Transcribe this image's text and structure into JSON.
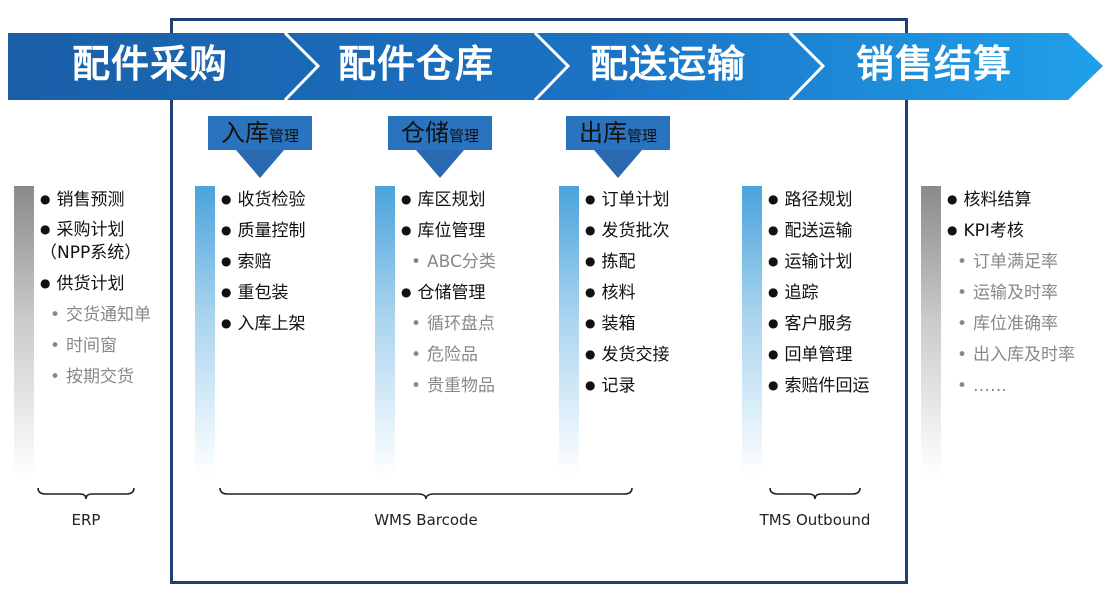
{
  "stages": [
    "配件采购",
    "配件仓库",
    "配送运输",
    "销售结算"
  ],
  "sub_stages": [
    {
      "big": "入库",
      "small": "管理"
    },
    {
      "big": "仓储",
      "small": "管理"
    },
    {
      "big": "出库",
      "small": "管理"
    }
  ],
  "columns": {
    "erp": {
      "items": [
        {
          "text": "销售预测",
          "level": "main"
        },
        {
          "text": "采购计划（NPP系统）",
          "level": "main"
        },
        {
          "text": "供货计划",
          "level": "main"
        },
        {
          "text": "交货通知单",
          "level": "sub"
        },
        {
          "text": "时间窗",
          "level": "sub"
        },
        {
          "text": "按期交货",
          "level": "sub"
        }
      ]
    },
    "inbound": {
      "items": [
        {
          "text": "收货检验",
          "level": "main"
        },
        {
          "text": "质量控制",
          "level": "main"
        },
        {
          "text": "索赔",
          "level": "main"
        },
        {
          "text": "重包装",
          "level": "main"
        },
        {
          "text": "入库上架",
          "level": "main"
        }
      ]
    },
    "storage": {
      "items": [
        {
          "text": "库区规划",
          "level": "main"
        },
        {
          "text": "库位管理",
          "level": "main"
        },
        {
          "text": "ABC分类",
          "level": "sub"
        },
        {
          "text": "仓储管理",
          "level": "main"
        },
        {
          "text": "循环盘点",
          "level": "sub"
        },
        {
          "text": "危险品",
          "level": "sub"
        },
        {
          "text": "贵重物品",
          "level": "sub"
        }
      ]
    },
    "outbound": {
      "items": [
        {
          "text": "订单计划",
          "level": "main"
        },
        {
          "text": "发货批次",
          "level": "main"
        },
        {
          "text": "拣配",
          "level": "main"
        },
        {
          "text": "核料",
          "level": "main"
        },
        {
          "text": "装箱",
          "level": "main"
        },
        {
          "text": "发货交接",
          "level": "main"
        },
        {
          "text": "记录",
          "level": "main"
        }
      ]
    },
    "tms": {
      "items": [
        {
          "text": "路径规划",
          "level": "main"
        },
        {
          "text": "配送运输",
          "level": "main"
        },
        {
          "text": "运输计划",
          "level": "main"
        },
        {
          "text": "追踪",
          "level": "main"
        },
        {
          "text": "客户服务",
          "level": "main"
        },
        {
          "text": "回单管理",
          "level": "main"
        },
        {
          "text": "索赔件回运",
          "level": "main"
        }
      ]
    },
    "settlement": {
      "items": [
        {
          "text": "核料结算",
          "level": "main"
        },
        {
          "text": "KPI考核",
          "level": "main"
        },
        {
          "text": "订单满足率",
          "level": "sub"
        },
        {
          "text": "运输及时率",
          "level": "sub"
        },
        {
          "text": "库位准确率",
          "level": "sub"
        },
        {
          "text": "出入库及时率",
          "level": "sub"
        },
        {
          "text": "……",
          "level": "sub"
        }
      ]
    }
  },
  "systems": {
    "erp": "ERP",
    "wms": "WMS Barcode",
    "tms": "TMS Outbound"
  },
  "colors": {
    "banner_dark": "#1a5fa8",
    "banner_light": "#1e90e0",
    "frame": "#1f3f73",
    "sub_arrow": "#2869b0"
  }
}
